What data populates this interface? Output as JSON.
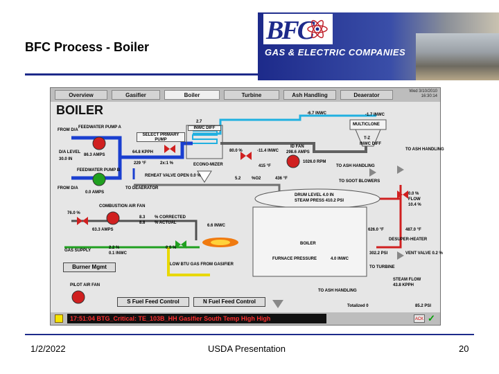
{
  "slide": {
    "title": "BFC Process - Boiler",
    "logo_letters": "BFC",
    "logo_name": "GAS & ELECTRIC COMPANIES",
    "footer_date": "1/2/2022",
    "footer_center": "USDA Presentation",
    "footer_page": "20"
  },
  "nav": {
    "tabs": [
      "Overview",
      "Gasifier",
      "Boiler",
      "Turbine",
      "Ash Handling",
      "Deaerator"
    ],
    "active": "Boiler",
    "date": "Wed 3/10/2010",
    "time": "16:30:14"
  },
  "hmi": {
    "title": "BOILER",
    "labels": {
      "from_da_1": "FROM D/A",
      "feedwater_pumps_1": "FEEDWATER PUMP A",
      "amps_1": "86.3 AMPS",
      "da_level": "D/A LEVEL",
      "da_level_val": "30.0 IN",
      "feedwater_pumps_2": "FEEDWATER PUMP B",
      "from_da_2": "FROM D/A",
      "amps_2": "0.0 AMPS",
      "select_pump": "SELECT PRIMARY PUMP",
      "kpph": "64.8 KPPH",
      "temp_229": "229 °F",
      "ratio": "2x:1 %",
      "inwc_top": "2.7",
      "inwc_box": "INWC DIFF",
      "econo": "ECONO-MIZER",
      "reheat": "REHEAT VALVE OPEN 0.0 %",
      "to_deaerator": "TO DEAERATOR",
      "pct_80": "80.0 %",
      "id_fan": "ID FAN",
      "id_fan_amps": "298.6 AMPS",
      "inwc_neg": "-11.4 INWC",
      "rpm": "1026.0 RPM",
      "deg_415": "415 °F",
      "press_top1": "-6.7 INWC",
      "press_top2": "-1.7 INWC",
      "multiclone": "MULTICLONE",
      "tz": "T-Z",
      "inwc_diff": "INWC DIFF",
      "to_ash_handling": "TO ASH HANDLING",
      "to_ash_handling_2": "TO ASH HANDLING",
      "to_ash_3": "TO ASH HANDLING",
      "val_52": "5.2",
      "no2": "%O2",
      "deg_436": "436 °F",
      "to_soot": "TO SOOT BLOWERS",
      "drum_level": "DRUM LEVEL 4.0 IN",
      "steam_press": "STEAM PRESS 410.2 PSI",
      "flow_val": "0.0 %",
      "flow_label": "FLOW",
      "flow_pct": "10.4 %",
      "deg_626": "626.0 °F",
      "combustion_fan": "COMBUSTION AIR FAN",
      "pct_76": "76.0 %",
      "amps_63": "63.3 AMPS",
      "val_8a": "8.3",
      "val_8b": "8.8",
      "correct": "% CORRECTED",
      "actual": "% ACTUAL",
      "inwc_mid": "6.6 INWC",
      "gas_supply": "GAS SUPPLY",
      "pct_22": "2.2 %",
      "inwc_01": "0.1 INWC",
      "pct_00": "0.0 %",
      "boiler_label": "BOILER",
      "furnace_press": "FURNACE PRESSURE",
      "inwc_40": "4.0 INWC",
      "desuper": "DESUPER-HEATER",
      "psi_302": "302.2 PSI",
      "vent_valve": "VENT VALVE 0.2 %",
      "deg_487": "487.0 °F",
      "to_turbine": "TO TURBINE",
      "steam_flow": "STEAM FLOW",
      "kpph_2": "43.8 KPPH",
      "pilot_fan": "PILOT AIR FAN",
      "lowbtu": "LOW BTU GAS FROM GASIFIER",
      "total_flow": "Totalized 0",
      "psi_85": "85.2 PSI"
    },
    "buttons": {
      "burner_mgmt": "Burner Mgmt",
      "s_fuel": "S Fuel Feed Control",
      "n_fuel": "N Fuel Feed Control"
    }
  },
  "alarm": {
    "text": "17:51:04 BTG_Critical: TE_103B_HH Gasifier South Temp High High",
    "ack": "ACK"
  }
}
